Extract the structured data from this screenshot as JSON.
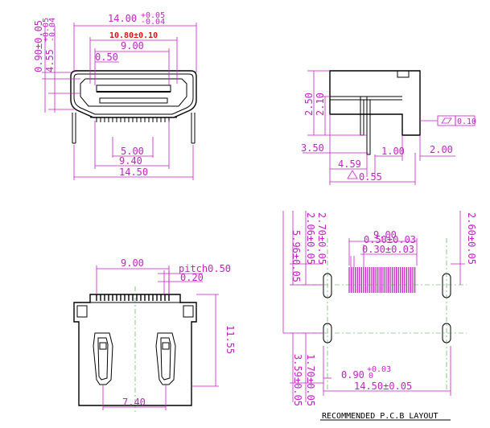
{
  "front_view": {
    "width_overall": "14.00",
    "width_tol_plus": "+0.05",
    "width_tol_minus": "-0.04",
    "inner_width": "10.80±0.10",
    "tongue_width": "9.00",
    "pin_pitch": "0.50",
    "pin_span": "5.00",
    "opening": "9.40",
    "leg_span": "14.50",
    "height_top": "0.90±0.05",
    "height_side": "4.55",
    "height_side_tol_plus": "+0.05",
    "height_side_tol_minus": "-0.04"
  },
  "side_view": {
    "h1": "2.10",
    "h2": "2.50",
    "d1": "3.50",
    "d2": "1.00",
    "d3": "2.00",
    "d4": "4.59",
    "d5": "0.55",
    "flatness": "0.10"
  },
  "top_view": {
    "row_width": "9.00",
    "pitch_label": "pitch0.50",
    "pad_width": "0.20",
    "body_length": "11.55",
    "post_span": "7.40"
  },
  "pcb_layout": {
    "title": "RECOMMENDED P.C.B LAYOUT",
    "pad_row_width": "9.00",
    "pad_pitch": "0.50±0.03",
    "pad_width": "0.30±0.03",
    "v1": "2.70±0.05",
    "v2": "2.06±0.05",
    "v3": "5.96±0.05",
    "v4": "2.60±0.05",
    "v5": "1.70±0.05",
    "v6": "3.59±0.05",
    "slot_width": "0.90",
    "slot_tol_plus": "+0.03",
    "slot_tol_minus": "0",
    "slot_span": "14.50±0.05"
  },
  "colors": {
    "dimension": "#c81ec8",
    "outline": "#000000",
    "highlight": "#e01010",
    "center": "#40a040"
  }
}
